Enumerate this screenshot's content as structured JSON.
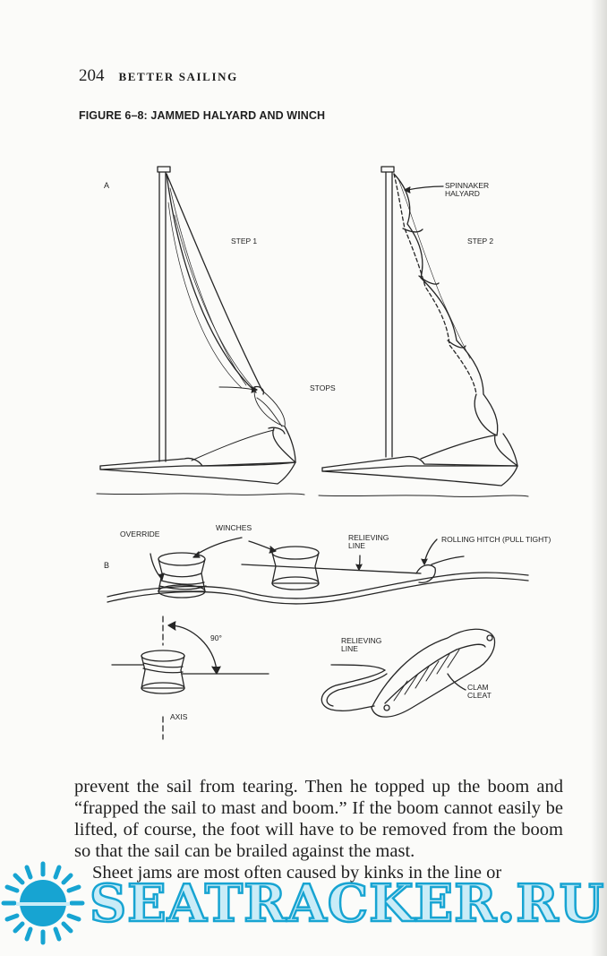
{
  "header": {
    "page_number": "204",
    "running_title": "BETTER SAILING"
  },
  "figure": {
    "caption": "FIGURE 6–8: JAMMED HALYARD AND WINCH",
    "labels": {
      "part_a": "A",
      "step1": "STEP 1",
      "stops": "STOPS",
      "spinnaker_line1": "SPINNAKER",
      "spinnaker_line2": "HALYARD",
      "step2": "STEP 2",
      "part_b": "B",
      "override": "OVERRIDE",
      "winches": "WINCHES",
      "relieving1_line1": "RELIEVING",
      "relieving1_line2": "LINE",
      "rolling_hitch": "ROLLING HITCH (PULL TIGHT)",
      "angle": "90°",
      "relieving2_line1": "RELIEVING",
      "relieving2_line2": "LINE",
      "clam1": "CLAM",
      "clam2": "CLEAT",
      "axis": "AXIS"
    }
  },
  "body": {
    "paragraph1": "prevent the sail from tearing. Then he topped up the boom and “frapped the sail to mast and boom.” If the boom cannot easily be lifted, of course, the foot will have to be removed from the boom so that the sail can be brailed against the mast.",
    "paragraph2": "Sheet jams are most often caused by kinks in the line or"
  },
  "watermark": {
    "text": "SEATRACKER.RU",
    "color": "#17a4d2"
  }
}
